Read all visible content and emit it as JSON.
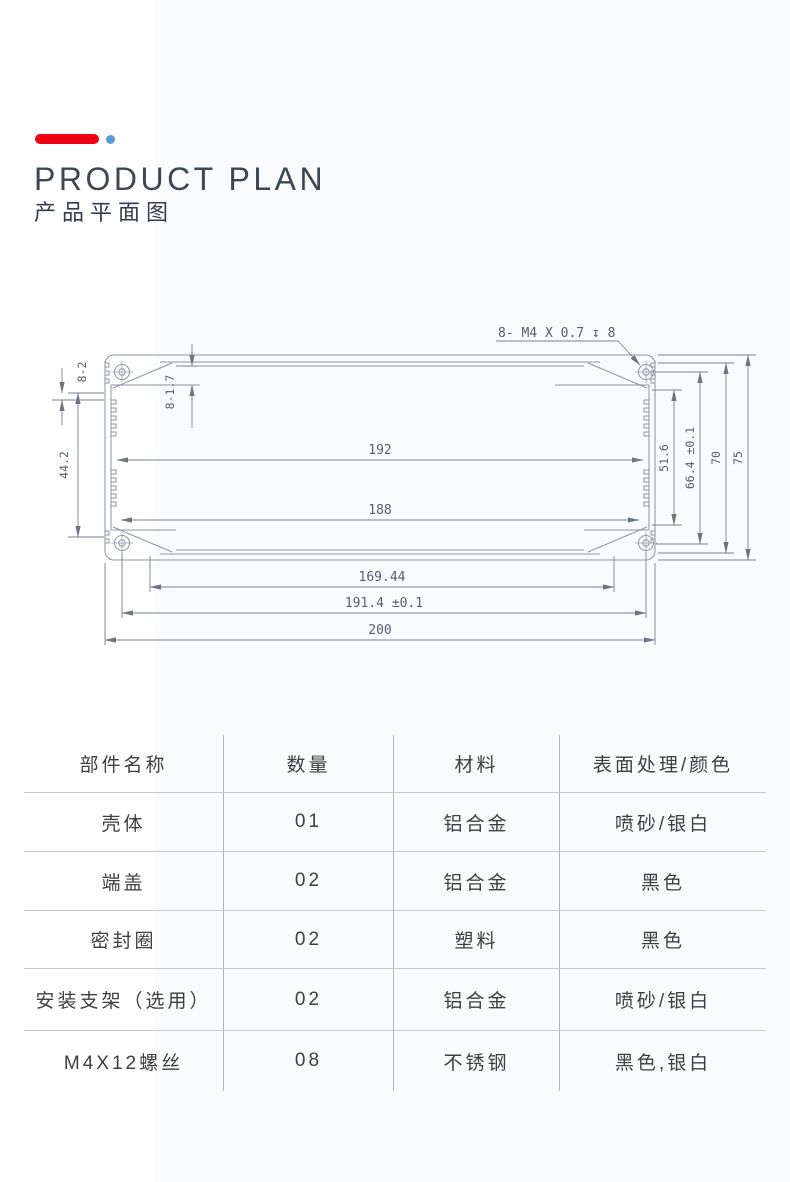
{
  "header": {
    "title": "PRODUCT PLAN",
    "subtitle": "产品平面图"
  },
  "colors": {
    "accent_red": "#ed0013",
    "accent_blue": "#5b9bd5",
    "drawing_line": "#8d939e",
    "dimension_line": "#79818e",
    "heading_text": "#3c4856",
    "table_text": "#3f3f41"
  },
  "drawing": {
    "callout": "8- M4 X 0.7 ↧ 8",
    "dim_192": "192",
    "dim_188": "188",
    "dim_169": "169.44",
    "dim_191": "191.4 ±0.1",
    "dim_200": "200",
    "dim_8_2": "8-2",
    "dim_8_17": "8-1.7",
    "dim_44": "44.2",
    "dim_51": "51.6",
    "dim_66": "66.4 ±0.1",
    "dim_70": "70",
    "dim_75": "75"
  },
  "table": {
    "headers": [
      "部件名称",
      "数量",
      "材料",
      "表面处理/颜色"
    ],
    "rows": [
      [
        "壳体",
        "01",
        "铝合金",
        "喷砂/银白"
      ],
      [
        "端盖",
        "02",
        "铝合金",
        "黑色"
      ],
      [
        "密封圈",
        "02",
        "塑料",
        "黑色"
      ],
      [
        "安装支架（选用）",
        "02",
        "铝合金",
        "喷砂/银白"
      ],
      [
        "M4X12螺丝",
        "08",
        "不锈钢",
        "黑色,银白"
      ]
    ]
  }
}
